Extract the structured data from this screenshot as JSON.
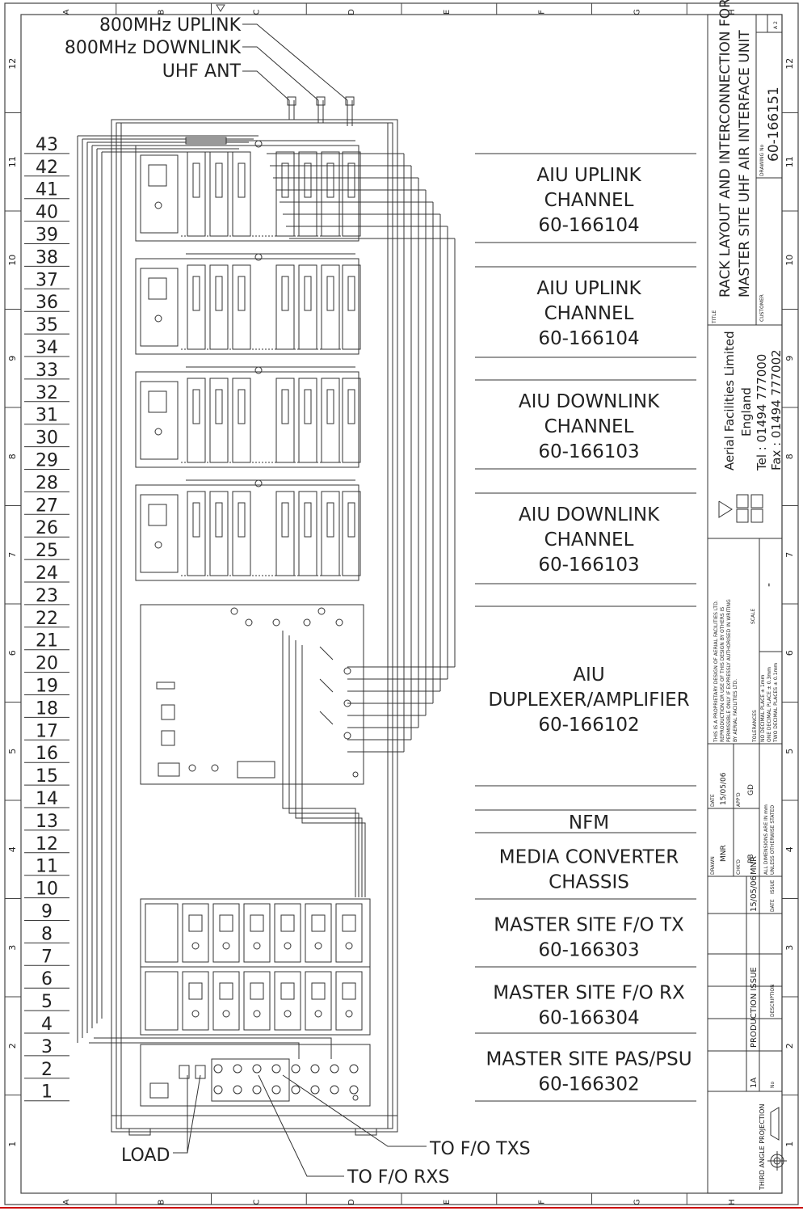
{
  "colors": {
    "line": "#333333",
    "accent": "#cc1111",
    "paper": "#ffffff"
  },
  "grid_letters": [
    "A",
    "B",
    "C",
    "D",
    "E",
    "F",
    "G",
    "H"
  ],
  "grid_numbers": [
    "12",
    "11",
    "10",
    "9",
    "8",
    "7",
    "6",
    "5",
    "4",
    "3",
    "2",
    "1"
  ],
  "antenna_labels": [
    "800MHz UPLINK",
    "800MHz DOWNLINK",
    "UHF ANT"
  ],
  "rack_units": [
    "43",
    "42",
    "41",
    "40",
    "39",
    "38",
    "37",
    "36",
    "35",
    "34",
    "33",
    "32",
    "31",
    "30",
    "29",
    "28",
    "27",
    "26",
    "25",
    "24",
    "23",
    "22",
    "21",
    "20",
    "19",
    "18",
    "17",
    "16",
    "15",
    "14",
    "13",
    "12",
    "11",
    "10",
    "9",
    "8",
    "7",
    "6",
    "5",
    "4",
    "3",
    "2",
    "1"
  ],
  "equipment": [
    {
      "lines": [
        "AIU UPLINK",
        "CHANNEL",
        "60-166104"
      ]
    },
    {
      "lines": [
        "AIU UPLINK",
        "CHANNEL",
        "60-166104"
      ]
    },
    {
      "lines": [
        "AIU DOWNLINK",
        "CHANNEL",
        "60-166103"
      ]
    },
    {
      "lines": [
        "AIU DOWNLINK",
        "CHANNEL",
        "60-166103"
      ]
    },
    {
      "lines": [
        "AIU",
        "DUPLEXER/AMPLIFIER",
        "60-166102"
      ]
    },
    {
      "lines": [
        "NFM"
      ]
    },
    {
      "lines": [
        "MEDIA CONVERTER",
        "CHASSIS"
      ]
    },
    {
      "lines": [
        "MASTER SITE F/O TX",
        "60-166303"
      ]
    },
    {
      "lines": [
        "MASTER SITE F/O RX",
        "60-166304"
      ]
    },
    {
      "lines": [
        "MASTER SITE PAS/PSU",
        "60-166302"
      ]
    }
  ],
  "bottom_labels": {
    "load": "LOAD",
    "to_fo_txs": "TO F/O TXS",
    "to_fo_rxs": "TO F/O RXS"
  },
  "title_block": {
    "title_label": "TITLE",
    "title_line1": "RACK LAYOUT AND INTERCONNECTION FOR",
    "title_line2": "MASTER SITE UHF AIR INTERFACE UNIT",
    "drawing_no_label": "DRAWING No",
    "drawing_no": "60-166151",
    "sheet": "A 2",
    "customer_label": "CUSTOMER",
    "company": "Aerial Facilities Limited",
    "country": "England",
    "tel": "Tel : 01494 777000",
    "fax": "Fax : 01494 777002",
    "proprietary": [
      "THIS IS A PROPRIETARY DESIGN OF AERIAL FACILITIES LTD.",
      "REPRODUCTION OR USE OF THIS DESIGN BY OTHERS IS",
      "PERMISSIBLE ONLY IF EXPRESSLY AUTHORISED IN WRITING",
      "BY AERIAL FACILITIES LTD."
    ],
    "scale_label": "SCALE",
    "scale_value": "-",
    "tolerances_label": "TOLERANCES",
    "tolerances": [
      "NO DECIMAL PLACE ± 1mm",
      "ONE DECIMAL PLACE ± 0.3mm",
      "TWO DECIMAL PLACES ± 0.1mm"
    ],
    "date_label": "DATE",
    "date_value": "15/05/06",
    "appd_label": "APP'D",
    "appd_value": "GD",
    "drawn_label": "DRAWN",
    "drawn_value": "MNR",
    "chkd_label": "CHK'D",
    "chkd_value": "PB",
    "dimensions_note": [
      "ALL DIMENSIONS ARE IN mm",
      "UNLESS OTHERWISE STATED"
    ],
    "issue_no": "1A",
    "issue_desc": "PRODUCTION ISSUE",
    "issue_date": "15/05/06",
    "issue_by": "MNR",
    "col_no": "No",
    "col_description": "DESCRIPTION",
    "col_date": "DATE",
    "col_issue": "ISSUE",
    "projection": "THIRD ANGLE PROJECTION"
  }
}
